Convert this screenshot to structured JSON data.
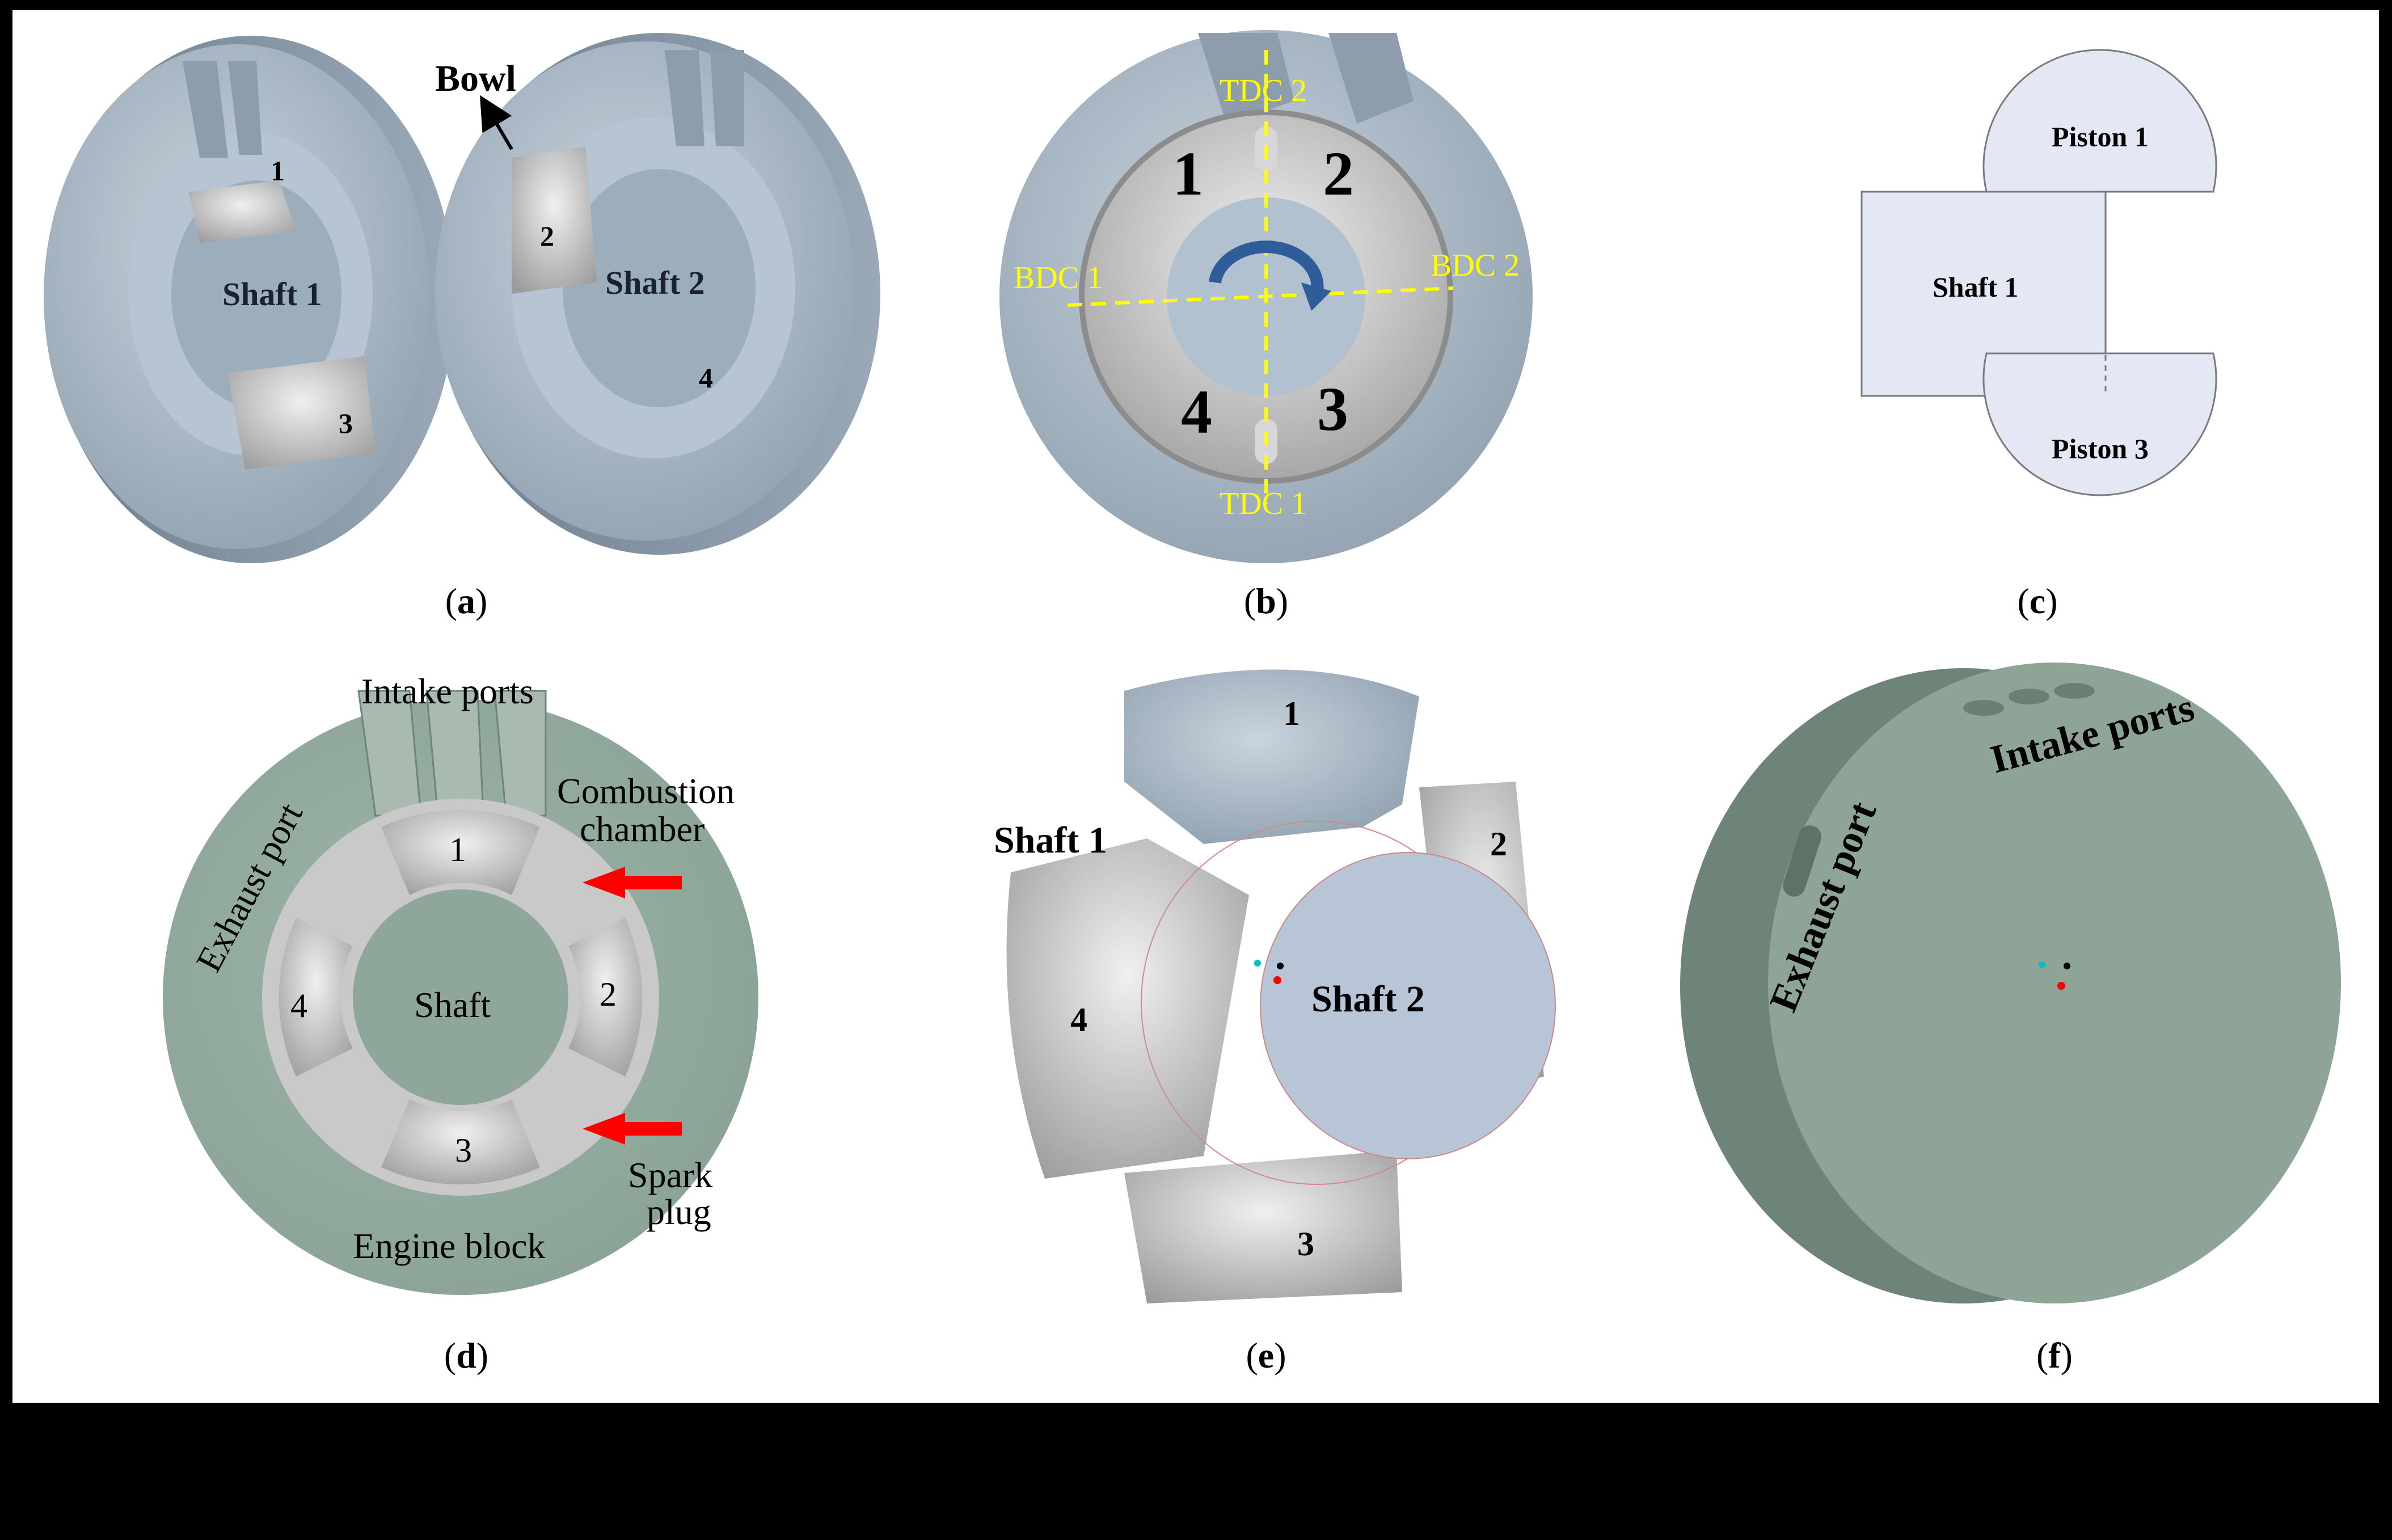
{
  "panels": {
    "a": {
      "caption": "a",
      "bowl_label": "Bowl",
      "shaft_left": "Shaft 1",
      "shaft_right": "Shaft 2",
      "pistons": [
        "1",
        "3",
        "2",
        "4"
      ]
    },
    "b": {
      "caption": "b",
      "tdc2": "TDC 2",
      "tdc1": "TDC 1",
      "bdc1": "BDC 1",
      "bdc2": "BDC 2",
      "chambers": [
        "1",
        "2",
        "3",
        "4"
      ]
    },
    "c": {
      "caption": "c",
      "piston_top": "Piston 1",
      "shaft": "Shaft 1",
      "piston_bottom": "Piston 3"
    },
    "d": {
      "caption": "d",
      "intake": "Intake ports",
      "exhaust": "Exhaust port",
      "combustion_1": "Combustion",
      "combustion_2": "chamber",
      "shaft": "Shaft",
      "spark_1": "Spark",
      "spark_2": "plug",
      "block": "Engine block",
      "pistons": [
        "1",
        "2",
        "3",
        "4"
      ]
    },
    "e": {
      "caption": "e",
      "shaft1": "Shaft 1",
      "shaft2": "Shaft 2",
      "pistons": [
        "1",
        "2",
        "3",
        "4"
      ]
    },
    "f": {
      "caption": "f",
      "intake": "Intake ports",
      "exhaust": "Exhaust port"
    }
  },
  "colors": {
    "steel": "#a9b8c6",
    "steel_dark": "#7d8d9c",
    "piston_gray": "#c4c4c4",
    "green_block": "#8fa69a",
    "yellow_guide": "#ffff00",
    "red_arrow": "#ff0000",
    "blue_arrow": "#2f5d9a",
    "schematic_fill": "#e3e8f4"
  }
}
